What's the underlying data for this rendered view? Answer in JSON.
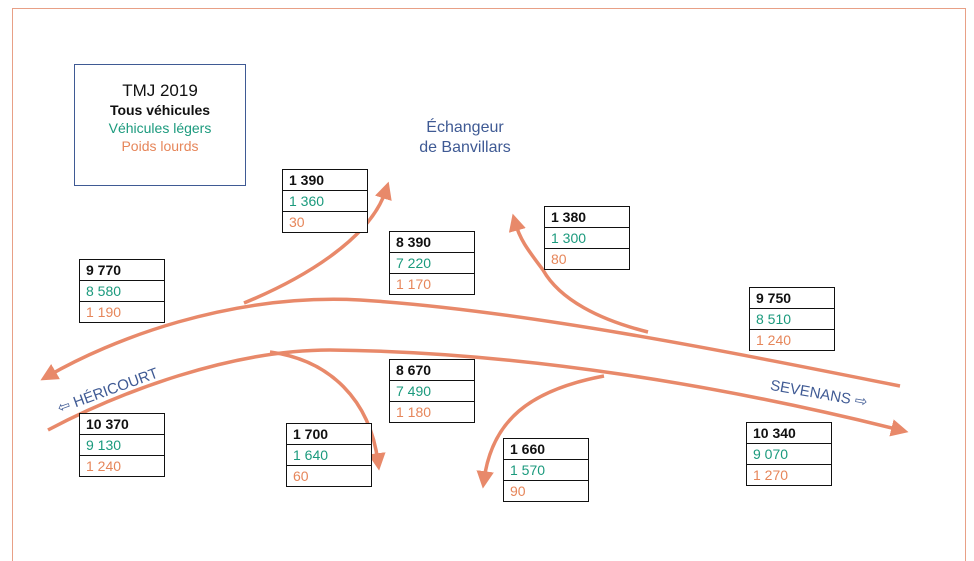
{
  "legend": {
    "title": "TMJ 2019",
    "all_vehicles": "Tous véhicules",
    "light_vehicles": "Véhicules légers",
    "heavy_vehicles": "Poids lourds"
  },
  "colors": {
    "total": "#111111",
    "light": "#1b9a7d",
    "heavy": "#e6865a",
    "labels": "#3f5a94",
    "road": "#e8896a"
  },
  "places": {
    "interchange_line1": "Échangeur",
    "interchange_line2": "de Banvillars",
    "west": "⇦ HÉRICOURT",
    "east": "SEVENANS ⇨"
  },
  "counts": [
    {
      "id": "west-top",
      "total": "9 770",
      "light": "8 580",
      "heavy": "1 190"
    },
    {
      "id": "west-bottom",
      "total": "10 370",
      "light": "9 130",
      "heavy": "1 240"
    },
    {
      "id": "ramp-nw",
      "total": "1 390",
      "light": "1 360",
      "heavy": "30"
    },
    {
      "id": "center-top",
      "total": "8 390",
      "light": "7 220",
      "heavy": "1 170"
    },
    {
      "id": "ramp-ne",
      "total": "1 380",
      "light": "1 300",
      "heavy": "80"
    },
    {
      "id": "east-top",
      "total": "9 750",
      "light": "8 510",
      "heavy": "1 240"
    },
    {
      "id": "center-bottom",
      "total": "8 670",
      "light": "7 490",
      "heavy": "1 180"
    },
    {
      "id": "ramp-sw",
      "total": "1 700",
      "light": "1 640",
      "heavy": "60"
    },
    {
      "id": "ramp-se",
      "total": "1 660",
      "light": "1 570",
      "heavy": "90"
    },
    {
      "id": "east-bottom",
      "total": "10 340",
      "light": "9 070",
      "heavy": "1 270"
    }
  ]
}
